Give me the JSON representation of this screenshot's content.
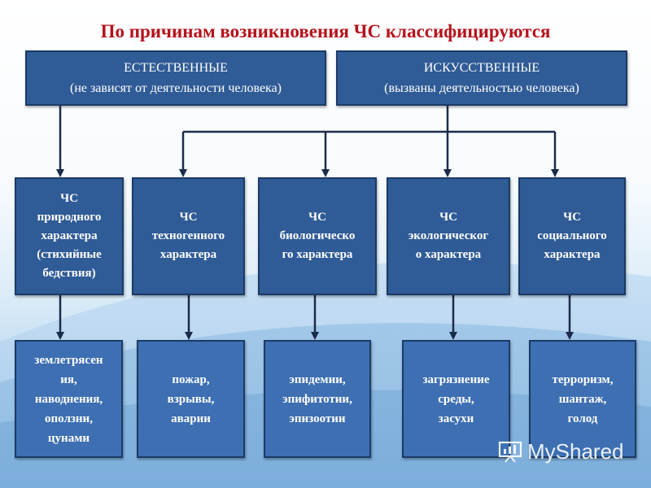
{
  "title": "По причинам возникновения ЧС классифицируются",
  "categories": [
    {
      "name": "ЕСТЕСТВЕННЫЕ",
      "desc": "(не зависят от деятельности человека)"
    },
    {
      "name": "ИСКУССТВЕННЫЕ",
      "desc": "(вызваны деятельностью человека)"
    }
  ],
  "types": [
    {
      "label": "ЧС\nприродного\nхарактера\n(стихийные\nбедствия)",
      "examples": "землетрясен\nия,\nнаводнения,\nоползни,\nцунами"
    },
    {
      "label": "ЧС\nтехногенного\nхарактера",
      "examples": "пожар,\nвзрывы,\nаварии"
    },
    {
      "label": "ЧС\nбиологическо\nго характера",
      "examples": "эпидемии,\nэпифитотии,\nэпизоотии"
    },
    {
      "label": "ЧС\nэкологическог\nо характера",
      "examples": "загрязнение\nсреды,\nзасухи"
    },
    {
      "label": "ЧС\nсоциального\nхарактера",
      "examples": "терроризм,\nшантаж,\nголод"
    }
  ],
  "watermark": "MyShared",
  "colors": {
    "title": "#b5121b",
    "box_fill": "#2f5b96",
    "box_border": "#1b3b66",
    "arrow": "#1b2b4a"
  }
}
